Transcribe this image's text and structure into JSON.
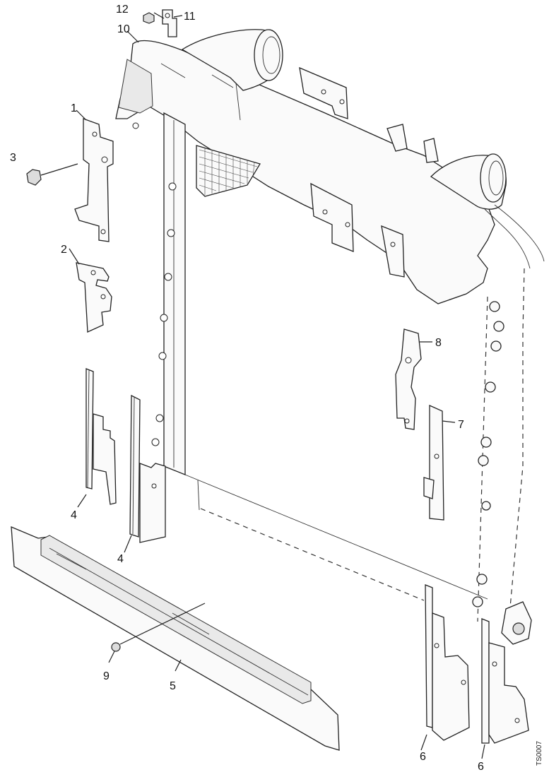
{
  "callouts": [
    {
      "id": "c1",
      "label": "1"
    },
    {
      "id": "c2",
      "label": "2"
    },
    {
      "id": "c3",
      "label": "3"
    },
    {
      "id": "c4a",
      "label": "4"
    },
    {
      "id": "c4b",
      "label": "4"
    },
    {
      "id": "c5",
      "label": "5"
    },
    {
      "id": "c6a",
      "label": "6"
    },
    {
      "id": "c6b",
      "label": "6"
    },
    {
      "id": "c7",
      "label": "7"
    },
    {
      "id": "c8",
      "label": "8"
    },
    {
      "id": "c9",
      "label": "9"
    },
    {
      "id": "c10",
      "label": "10"
    },
    {
      "id": "c11",
      "label": "11"
    },
    {
      "id": "c12",
      "label": "12"
    }
  ],
  "figure_code": "TS0007"
}
